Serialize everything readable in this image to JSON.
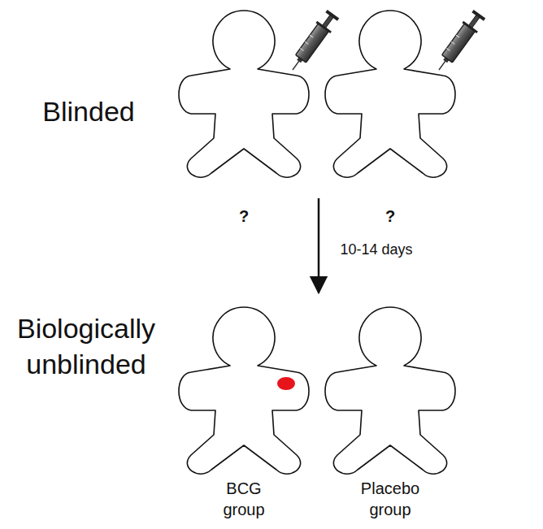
{
  "diagram": {
    "nodes": [
      {
        "text": [
          "?"
        ]
      },
      {
        "text": [
          "?"
        ]
      },
      {
        "text": [
          "BCG group"
        ]
      },
      {
        "text": [
          "Placebo group"
        ]
      }
    ],
    "labels": [
      "Blinded",
      "Biologically unblinded",
      "10-14 days"
    ]
  }
}
